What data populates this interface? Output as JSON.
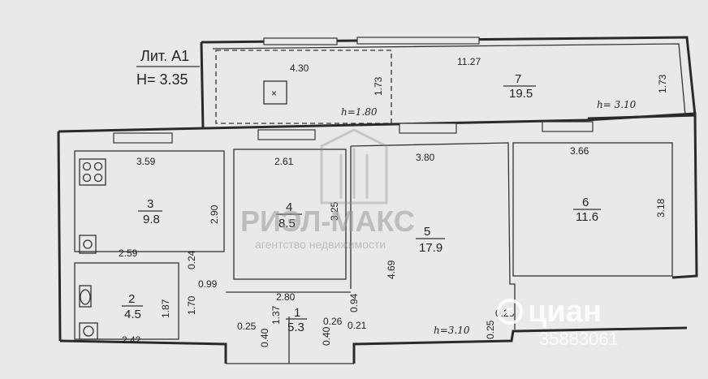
{
  "header": {
    "lit": "Лит. А1",
    "height": "H= 3.35"
  },
  "balcony": {
    "width": "4.30",
    "depth": "1.73",
    "h_note": "h=1.80",
    "icon": "balcony-x-icon"
  },
  "rooms": [
    {
      "id": "r7",
      "number": "7",
      "area": "19.5",
      "width": "11.27",
      "depth": "1.73",
      "h_note": "h= 3.10"
    },
    {
      "id": "r3",
      "number": "3",
      "area": "9.8",
      "width": "3.59",
      "depth": "2.90",
      "extra": "2.59"
    },
    {
      "id": "r4",
      "number": "4",
      "area": "8.5",
      "width": "2.61",
      "depth": "3.25"
    },
    {
      "id": "r5",
      "number": "5",
      "area": "17.9",
      "width": "3.80",
      "depth": "4.69",
      "corridor": "2.80",
      "h_note": "h=3.10"
    },
    {
      "id": "r6",
      "number": "6",
      "area": "11.6",
      "width": "3.66",
      "depth": "3.18"
    },
    {
      "id": "r2",
      "number": "2",
      "area": "4.5",
      "width": "2.42",
      "depth": "1.87",
      "extra": "1.70"
    },
    {
      "id": "r1",
      "number": "1",
      "area": "5.3",
      "depth": "1.37"
    }
  ],
  "dims": {
    "d024": "0.24",
    "d099": "0.99",
    "d094": "0.94",
    "d021": "0.21",
    "d026": "0.26",
    "d025a": "0.25",
    "d040a": "0.40",
    "d040b": "0.40",
    "d025b": "0.25",
    "d028": "0.28"
  },
  "watermark": {
    "brand": "РИЭЛ-МАКС",
    "tagline": "агентство недвижимости",
    "cian": "циан",
    "phone": "35883061"
  },
  "colors": {
    "paper": "#e9e9e7",
    "ink": "#2a2a2a"
  }
}
